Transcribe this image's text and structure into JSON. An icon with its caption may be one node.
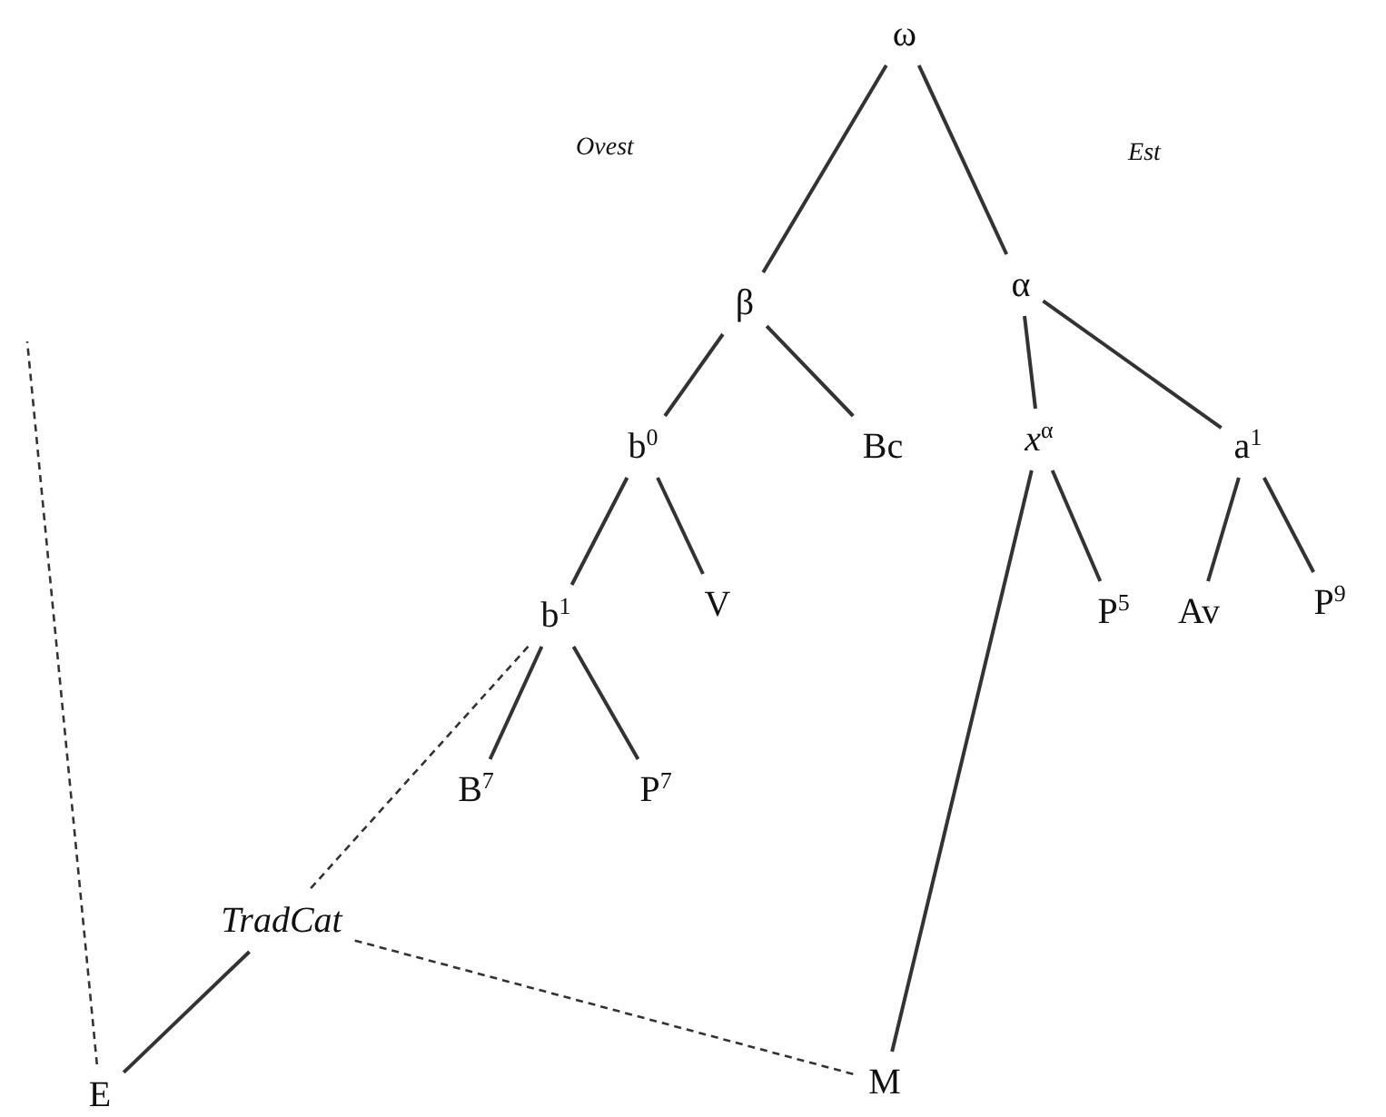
{
  "diagram": {
    "nodes": [
      {
        "text": [
          "ω"
        ]
      },
      {
        "text": [
          "β"
        ]
      },
      {
        "text": [
          "α"
        ]
      },
      {
        "text": [
          "b$^{0}$"
        ]
      },
      {
        "text": [
          "Bc"
        ]
      },
      {
        "text": [
          "*x*$^{α}$"
        ]
      },
      {
        "text": [
          "a$^{1}$"
        ]
      },
      {
        "text": [
          "b$^{1}$"
        ]
      },
      {
        "text": [
          "V"
        ]
      },
      {
        "text": [
          "P$^{5}$"
        ]
      },
      {
        "text": [
          "Av"
        ]
      },
      {
        "text": [
          "P$^{9}$"
        ]
      },
      {
        "text": [
          "B$^{7}$"
        ]
      },
      {
        "text": [
          "P$^{7}$"
        ]
      },
      {
        "text": [
          "TradCat"
        ]
      },
      {
        "text": [
          "E"
        ]
      },
      {
        "text": [
          "M"
        ]
      }
    ],
    "edges": [
      {
        "from": 0,
        "to": 1,
        "arrow": "none"
      },
      {
        "from": 0,
        "to": 2,
        "arrow": "none"
      },
      {
        "from": 1,
        "to": 3,
        "arrow": "none"
      },
      {
        "from": 1,
        "to": 4,
        "arrow": "none"
      },
      {
        "from": 2,
        "to": 5,
        "arrow": "none"
      },
      {
        "from": 2,
        "to": 6,
        "arrow": "none"
      },
      {
        "from": 3,
        "to": 7,
        "arrow": "none"
      },
      {
        "from": 3,
        "to": 8,
        "arrow": "none"
      },
      {
        "from": 5,
        "to": 9,
        "arrow": "none"
      },
      {
        "from": 5,
        "to": 16,
        "arrow": "none"
      },
      {
        "from": 6,
        "to": 10,
        "arrow": "none"
      },
      {
        "from": 6,
        "to": 11,
        "arrow": "none"
      },
      {
        "from": 7,
        "to": 12,
        "arrow": "none"
      },
      {
        "from": 7,
        "to": 13,
        "arrow": "none"
      },
      {
        "from": 7,
        "to": 14,
        "arrow": "none",
        "style": "dashed"
      },
      {
        "from": 14,
        "to": 15,
        "arrow": "none"
      },
      {
        "from": 14,
        "to": 16,
        "arrow": "none",
        "style": "dashed"
      },
      {
        "from": 15,
        "to": null,
        "arrow": "none",
        "style": "dashed"
      }
    ],
    "labels": [
      "Ovest",
      "Est"
    ]
  }
}
